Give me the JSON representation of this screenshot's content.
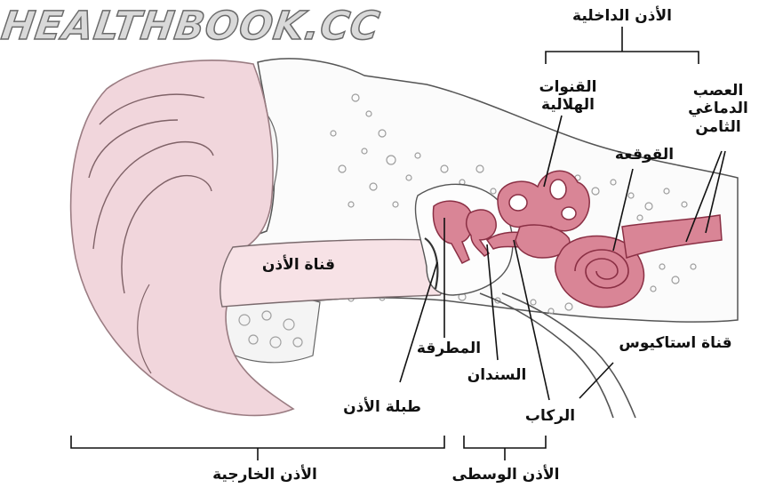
{
  "watermark": "HEALTHBOOK.CC",
  "labels": {
    "inner_ear": "الأذن الداخلية",
    "semicircular_canals": "القنوات\nالهلالية",
    "eighth_nerve": "العصب\nالدماغي\nالثامن",
    "cochlea": "القوقعة",
    "ear_canal": "قناة الأذن",
    "malleus": "المطرقة",
    "incus": "السندان",
    "eardrum": "طبلة الأذن",
    "stapes": "الركاب",
    "eustachian_tube": "قناة استاكيوس",
    "outer_ear": "الأذن الخارجية",
    "middle_ear": "الأذن الوسطى"
  },
  "colors": {
    "pinna": "#f1d6dc",
    "pinna_stroke": "#9a7c82",
    "inner_structure": "#d98596",
    "inner_stroke": "#8a2f44",
    "bone_texture": "#b7b7b7",
    "line": "#222222"
  }
}
